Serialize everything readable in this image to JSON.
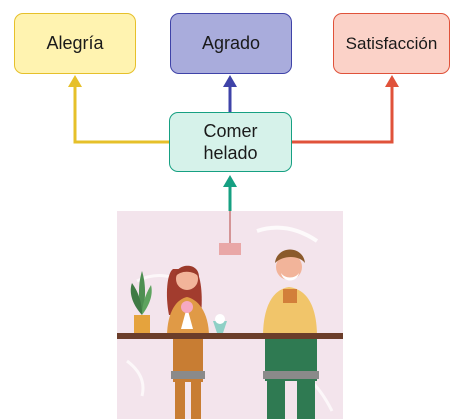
{
  "nodes": {
    "alegria": "Alegría",
    "agrado": "Agrado",
    "satisfaccion": "Satisfacción",
    "comer_helado": "Comer\nhelado"
  },
  "colors": {
    "alegria_edge": "#e6c02a",
    "agrado_edge": "#3f43a8",
    "satisfaccion_edge": "#e0523a",
    "comer_helado_edge": "#16a082"
  },
  "illustration": "two people eating ice cream at a cafe counter"
}
